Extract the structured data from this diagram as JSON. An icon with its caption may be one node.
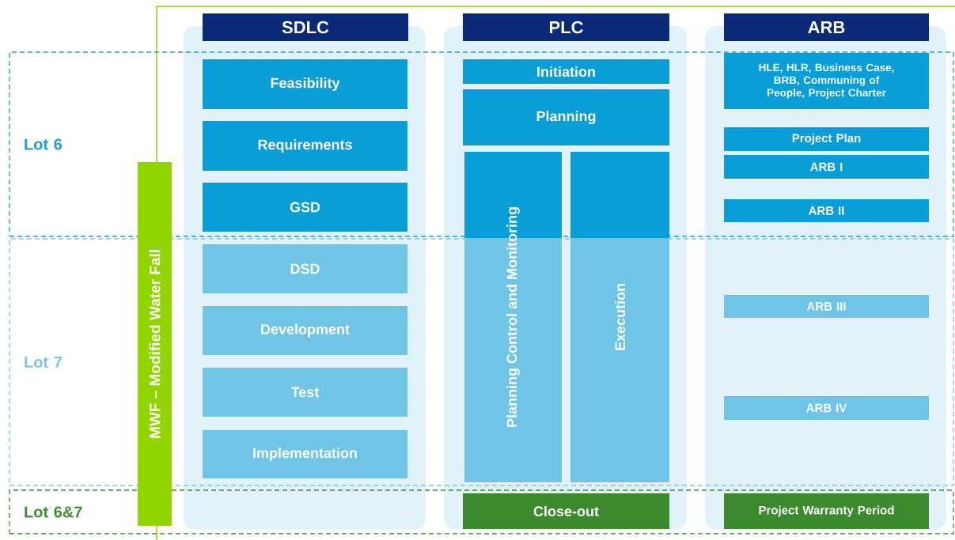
{
  "diagram": {
    "nodes": [
      {
        "text": [
          "Lot 6"
        ]
      },
      {
        "text": [
          "Lot 7"
        ]
      },
      {
        "text": [
          "Lot 6&7"
        ]
      },
      {
        "text": [
          "MWF – Modified Water Fall"
        ]
      },
      {
        "text": [],
        "shape": "box"
      },
      {
        "text": [
          "SDLC"
        ],
        "in": 4
      },
      {
        "text": [
          "Feasibility"
        ]
      },
      {
        "text": [
          "Requirements"
        ]
      },
      {
        "text": [
          "GSD"
        ]
      },
      {
        "text": [
          "DSD"
        ]
      },
      {
        "text": [
          "Development"
        ]
      },
      {
        "text": [
          "Test"
        ]
      },
      {
        "text": [
          "Implementation"
        ]
      },
      {
        "text": [],
        "shape": "box"
      },
      {
        "text": [
          "PLC"
        ],
        "in": 13
      },
      {
        "text": [
          "Initiation"
        ]
      },
      {
        "text": [
          "Planning"
        ]
      },
      {
        "text": [
          "Planning Control and Monitoring"
        ]
      },
      {
        "text": [
          "Execution"
        ]
      },
      {
        "text": [
          "Close-out"
        ]
      },
      {
        "text": [],
        "shape": "box"
      },
      {
        "text": [
          "ARB"
        ],
        "in": 20
      },
      {
        "text": [
          "HLE, HLR, Business Case, BRB, Communing of People, Project Charter"
        ]
      },
      {
        "text": [
          "Project Plan"
        ]
      },
      {
        "text": [
          "ARB I"
        ]
      },
      {
        "text": [
          "ARB II"
        ]
      },
      {
        "text": [
          "ARB III"
        ]
      },
      {
        "text": [
          "ARB IV"
        ]
      },
      {
        "text": [
          "Project Warranty Period"
        ]
      }
    ]
  }
}
